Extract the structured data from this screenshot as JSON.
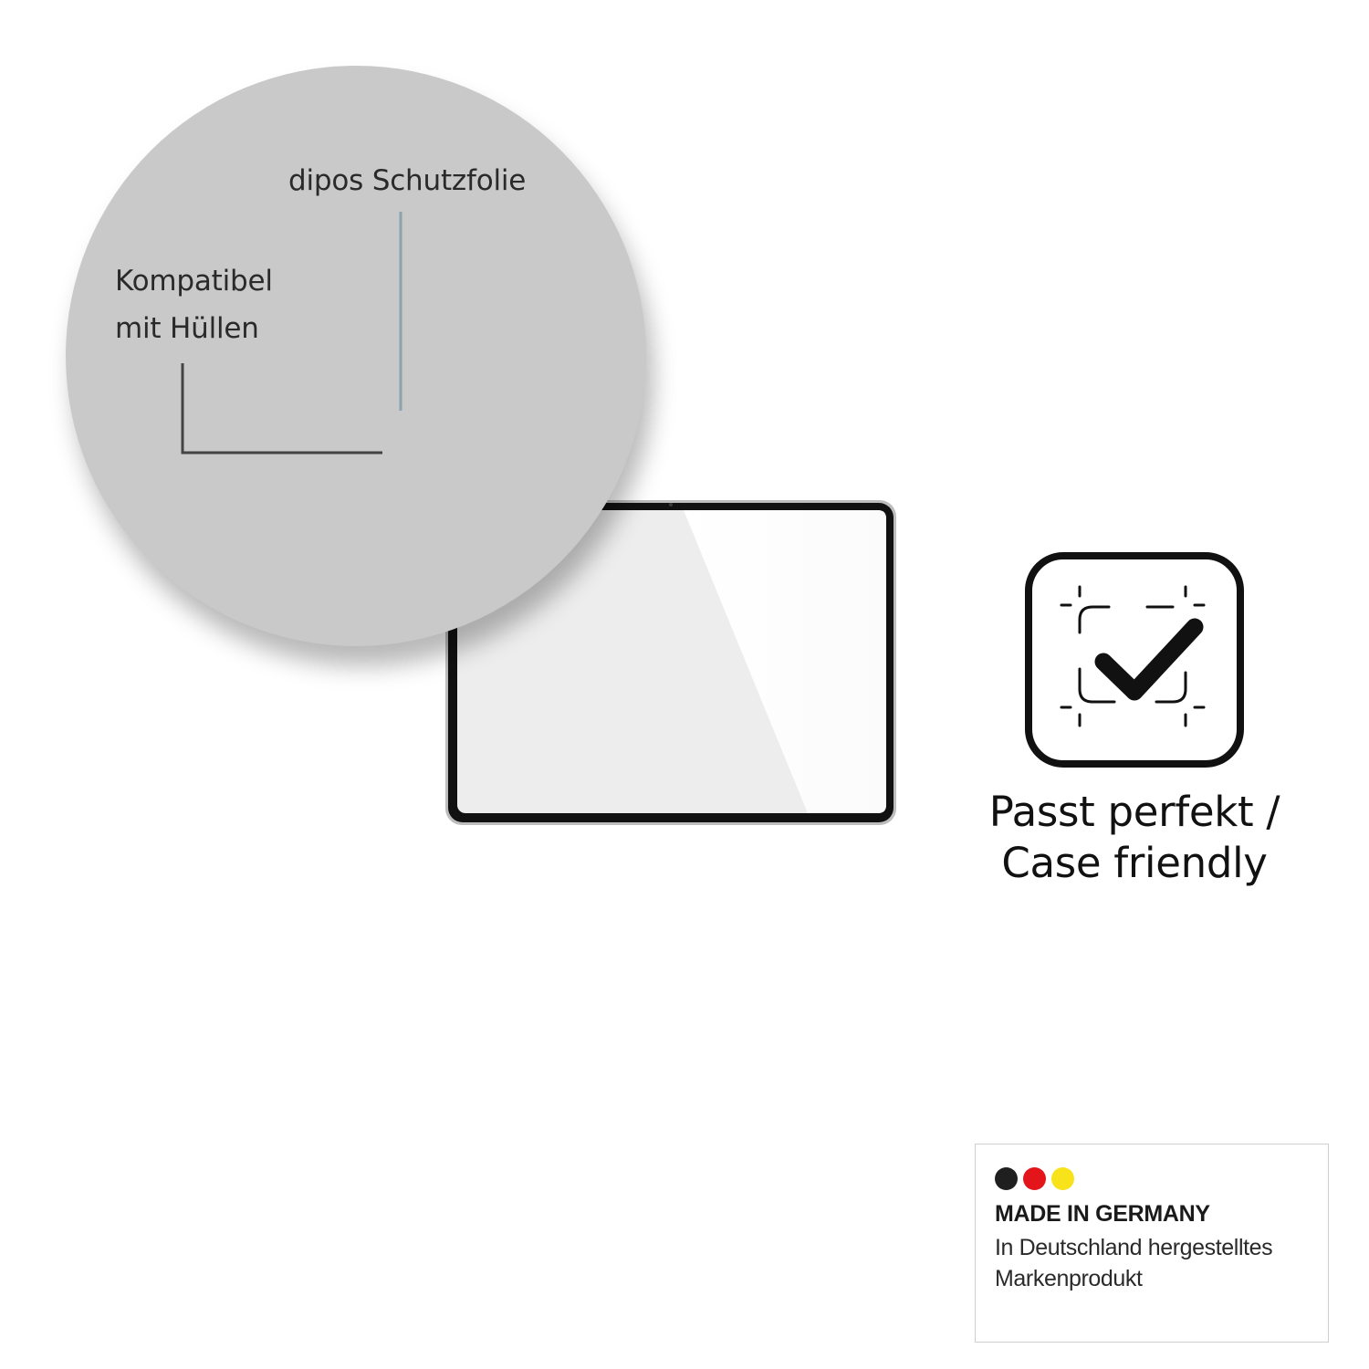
{
  "callouts": {
    "film_label": "dipos Schutzfolie",
    "case_label_line1": "Kompatibel",
    "case_label_line2": "mit Hüllen",
    "zoom_circle_color": "#c9c9c9",
    "film_line_color": "#8aa3ae",
    "case_line_color": "#444444"
  },
  "feature": {
    "icon": "fit-check-icon",
    "title_line1": "Passt perfekt /",
    "title_line2": "Case friendly"
  },
  "badge": {
    "title": "MADE IN GERMANY",
    "subtitle_line1": "In Deutschland hergestelltes",
    "subtitle_line2": "Markenprodukt",
    "flag_colors": [
      "#1f1f1f",
      "#e3141a",
      "#f8e21a"
    ]
  },
  "tablet": {
    "icon": "tablet-with-screen-protector-icon",
    "bezel_color": "#111111"
  }
}
